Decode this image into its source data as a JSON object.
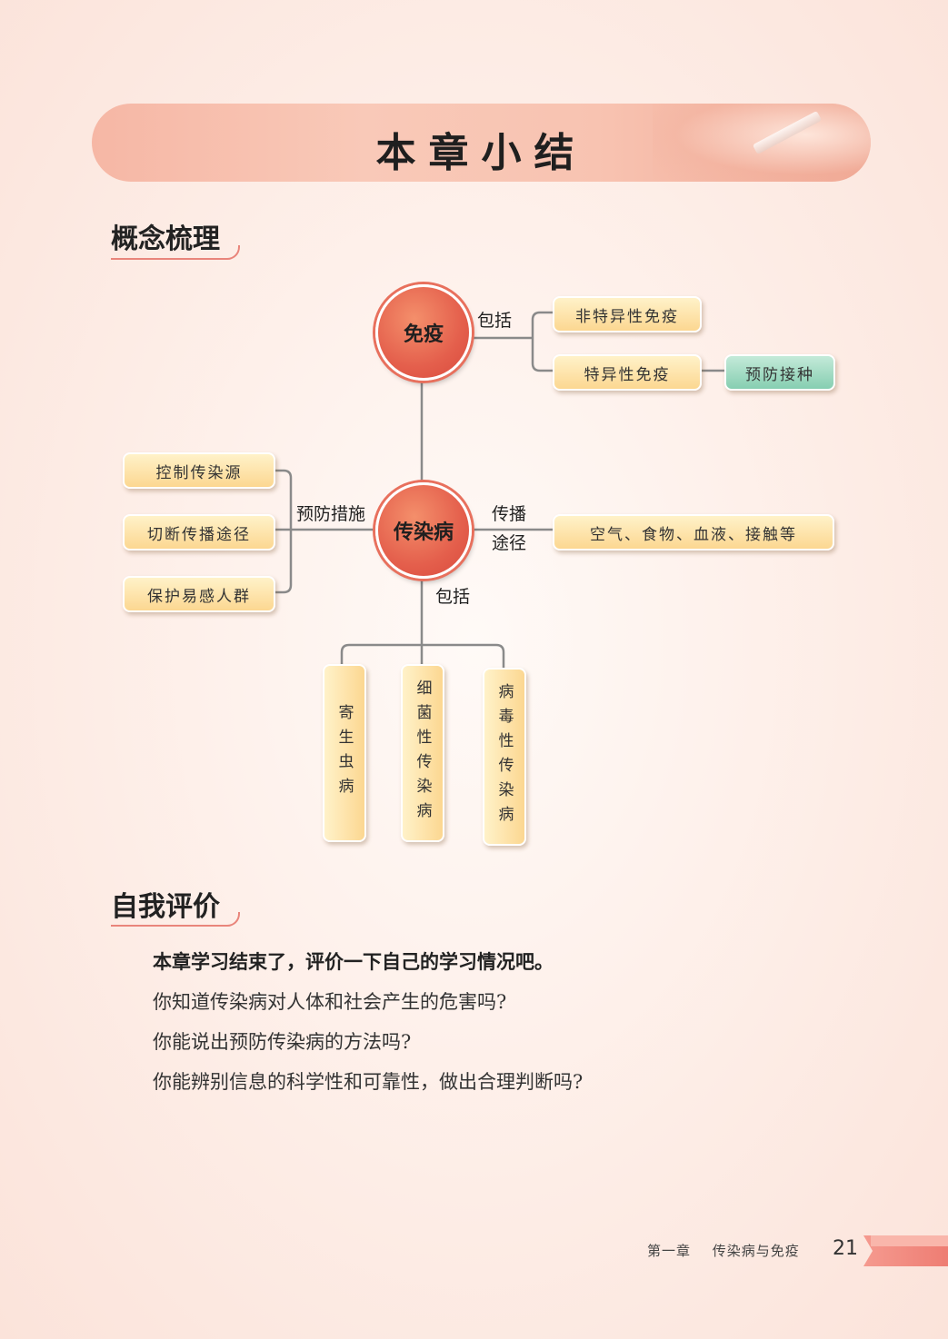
{
  "banner": {
    "title": "本章小结"
  },
  "sections": {
    "concept": "概念梳理",
    "self_eval": "自我评价"
  },
  "diagram": {
    "immunity": "免疫",
    "disease": "传染病",
    "immunity_includes": "包括",
    "immunity_items": [
      "非特异性免疫",
      "特异性免疫"
    ],
    "specific_extra": "预防接种",
    "prevention_label": "预防措施",
    "prevention_items": [
      "控制传染源",
      "切断传播途径",
      "保护易感人群"
    ],
    "transmission_label_1": "传播",
    "transmission_label_2": "途径",
    "transmission_item": "空气、食物、血液、接触等",
    "disease_includes": "包括",
    "disease_types": [
      "寄生虫病",
      "细菌性传染病",
      "病毒性传染病"
    ]
  },
  "evaluation": {
    "intro": "本章学习结束了，评价一下自己的学习情况吧。",
    "questions": [
      "你知道传染病对人体和社会产生的危害吗?",
      "你能说出预防传染病的方法吗?",
      "你能辨别信息的科学性和可靠性，做出合理判断吗?"
    ]
  },
  "footer": {
    "chapter": "第一章",
    "chapter_title": "传染病与免疫",
    "page": "21"
  }
}
